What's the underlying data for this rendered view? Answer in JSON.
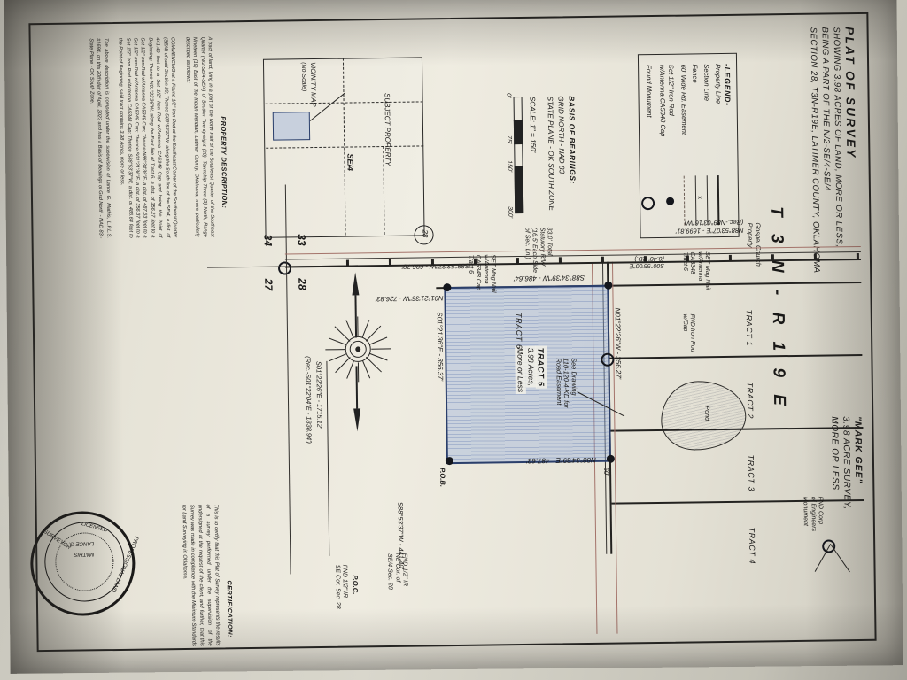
{
  "document": {
    "kind": "survey-plat-photograph",
    "title_lines": [
      "PLAT OF SURVEY",
      "SHOWING 3.98 ACRES OF LAND, MORE OR LESS,",
      "BEING A PART OF THE N/2-SE/4-SE/4",
      "SECTION 28, T3N-R19E, LATIMER COUNTY, OKLAHOMA"
    ],
    "township_range": "T 3 N - R 1 9 E"
  },
  "title_block": {
    "owner": "\"MARK GEE\"",
    "line2": "3.98 ACRE SURVEY,",
    "line3": "MORE OR LESS"
  },
  "legend": {
    "heading": "-LEGEND-",
    "items": [
      {
        "label": "Property Line",
        "symbol": "solid-thick-line"
      },
      {
        "label": "Section Line",
        "symbol": "solid-line"
      },
      {
        "label": "Fence",
        "symbol": "fence-line"
      },
      {
        "label": "60' Wide Rd. Easement",
        "symbol": "dashed-line"
      },
      {
        "label": "Set 1/2\" Iron Rod",
        "label2": "w/Antenna CA5348 Cap",
        "symbol": "filled-circle"
      },
      {
        "label": "Found Monument",
        "symbol": "open-circle"
      }
    ]
  },
  "basis_of_bearings": {
    "heading": "BASIS OF BEARINGS:",
    "line1": "GRID NORTH - NAD 83",
    "line2": "STATE PLANE - OK SOUTH ZONE",
    "scale_text": "SCALE: 1\" = 150'",
    "scale_ticks": [
      "0'",
      "75'",
      "150'",
      "300'"
    ]
  },
  "vicinity_map": {
    "caption": "VICINITY MAP",
    "subcaption": "(No Scale)",
    "quarter_label": "SE/4",
    "subject_label": "SUBJECT PROPERTY",
    "section_badge": "28"
  },
  "parcel": {
    "name": "TRACT 5",
    "area_line1": "3.98 Acres,",
    "area_line2": "More or Less",
    "bearings": {
      "north": "N01°22'26\"W - 356.27'",
      "east": "N88°34'39\"E - 487.63'",
      "south": "S01°21'36\"E - 356.37'",
      "west": "S88°34'39\"W - 486.64'"
    },
    "pob": "P.O.B.",
    "easement_width": "60'"
  },
  "tracts": [
    {
      "label": "TRACT 1"
    },
    {
      "label": "TRACT 2"
    },
    {
      "label": "TRACT 3"
    },
    {
      "label": "TRACT 4"
    },
    {
      "label": "TRACT 6"
    }
  ],
  "map_annotations": {
    "church_property": "Gospel Church\nProperty",
    "pond": "Pond",
    "fnd_corp_monument": "FND Corp\nof Engineers\nMonument",
    "fnd_iron_rod_cap_1": "FND Iron Rod\nw/Cap",
    "set_mag_nail_1": "SET Mag Nail\nw/Antenna\nCA5348\nTract 6",
    "set_mag_nail_2": "SET Mag Nail\nw/Antenna\nCA5348 Cap\nTract 6",
    "road_easement_note": "See Drawing\n110-120-4-KD for\nRoad Easement",
    "easement_note_short": "33.0' Total\nStatutory R/W\n(16.5' Each Side\nof Sec. Ln.)",
    "fnd_ne_corner": "FND 1/2\" IR\nNE Cor. of\nSE/4 Sec. 28",
    "poc": "P.O.C.",
    "fnd_se_corner": "FND 1/2\" IR\nSE Cor. Sec. 28",
    "west_dim": "N88°53'07\"E - 1699.81'\n(Rec.-N89°03'16\"W)",
    "west_dim_short": "S00°55'00\"E\n(0.40' RD.)",
    "south_dim": "S88°53'37\"W - 686.78'",
    "long_south_dim": "S88°53'37\"W - 441.40'",
    "bottom_dim_1": "S01°22'26\"E - 1715.12'",
    "bottom_dim_2": "(Rec.-S01°22'04\"E - 1838.94')",
    "tract6_dim": "N01°21'36\"W - 726.83'"
  },
  "section_corners": {
    "nw": "33",
    "ne": "28",
    "sw": "34",
    "se": "27"
  },
  "legal_description": {
    "heading": "PROPERTY DESCRIPTION:",
    "body": "A tract of land, lying in a part of the North Half of the Southeast Quarter of the Southeast Quarter (N/2-SE/4-SE/4) of Section Twenty-eight (28), Township Three (3) North, Range Nineteen (19) East of the Indian Meridian, Latimer County, Oklahoma, more particularly described as follows:\n\nCOMMENCING at a Found 1/2\" Iron Rod at the Southeast Corner of the Southeast Quarter (SE/4) of said Section 28; Thence S88°53'37\"W, along the South line of the SE/4, a dist. of 441.40 feet to a Set 1/2\" Iron Rod w/Antenna CA5348 Cap and being the Point of Beginning; Thence N01°22'26\"W, along the East line of Tract 6, a dist. of 356.27 feet to a Set 1/2\" Iron Rod w/Antenna CA5348 Cap; Thence N88°34'39\"E, a dist. of 487.63 feet to a Set 1/2\" Iron Rod w/Antenna CA5348 Cap; Thence S01°21'36\"E, a dist. of 356.37 feet to a Set 1/2\" Iron Rod w/Antenna CA5348 Cap; Thence S88°53'37\"W, a dist. of 486.64 feet to the Point of Beginning, said tract contains 3.98 Acres, more or less.\n\nThe above description is computed under the supervision of Lance G. Mathis, L.P.L.S. #1694, on this 20th day of April, 2023 and has a Basis of Bearings of Grid North - NAD 83 - State Plane - OK South Zone."
  },
  "certification": {
    "heading": "CERTIFICATION:",
    "body": "This is to certify that this Plat of Survey represents the results of a survey performed under the supervision of the undersigned at the request of the client, and further, that this Survey was made in compliance with the Minimum Standards for Land Surveying in Oklahoma."
  },
  "seal": {
    "outer_top": "LICENSED",
    "ring_top": "PROFESSIONAL LAND",
    "ring_bottom": "SURVEYOR",
    "name_line1": "LANCE G.",
    "name_line2": "MATHIS",
    "state": "OKLAHOMA"
  },
  "colors": {
    "parcel_fill": "#96afdc",
    "parcel_stroke": "#2b3f6b",
    "paper": "#eceadf",
    "ink": "#1d1c1b",
    "easement_red": "#a4736a"
  }
}
